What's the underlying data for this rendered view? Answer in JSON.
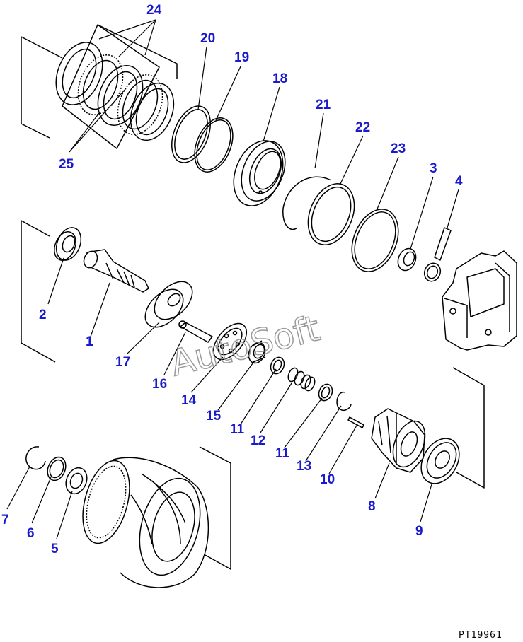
{
  "colors": {
    "label": "#1a1acc",
    "line": "#000000",
    "watermark": "#9a9a9a"
  },
  "watermark": "AutoSoft",
  "drawing_code": "PT19961",
  "labels": {
    "n1": "1",
    "n2": "2",
    "n3": "3",
    "n4": "4",
    "n5": "5",
    "n6": "6",
    "n7": "7",
    "n8": "8",
    "n9": "9",
    "n10": "10",
    "n11a": "11",
    "n11b": "11",
    "n12": "12",
    "n13": "13",
    "n14": "14",
    "n15": "15",
    "n16": "16",
    "n17": "17",
    "n18": "18",
    "n19": "19",
    "n20": "20",
    "n21": "21",
    "n22": "22",
    "n23": "23",
    "n24": "24",
    "n25": "25"
  }
}
